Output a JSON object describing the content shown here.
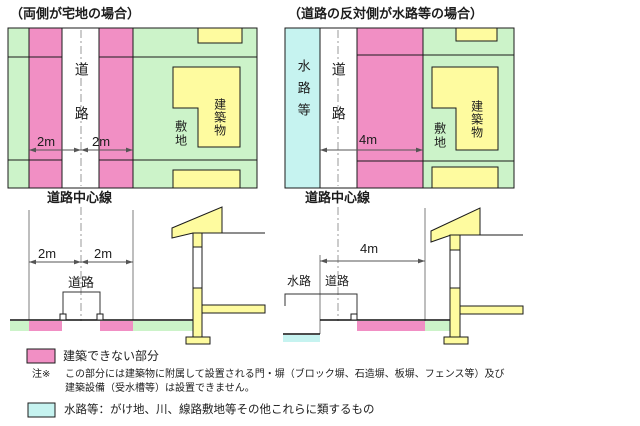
{
  "titles": {
    "left_case": "（両側が宅地の場合）",
    "right_case": "（道路の反対側が水路等の場合）",
    "left_section": "道路中心線",
    "right_section": "道路中心線"
  },
  "plan_left": {
    "road_label": "道路",
    "dim_left": "2m",
    "dim_right": "2m",
    "site_label": "敷地",
    "building_label": "建築物"
  },
  "plan_right": {
    "waterway_label": "水路等",
    "road_label": "道路",
    "dim": "4m",
    "site_label": "敷地",
    "building_label": "建築物"
  },
  "section_left": {
    "dim_left": "2m",
    "dim_right": "2m",
    "road_label": "道路"
  },
  "section_right": {
    "dim": "4m",
    "waterway_label": "水路",
    "road_label": "道路"
  },
  "legend": {
    "no_build_label": "建築できない部分",
    "note_prefix": "注※",
    "note_line1": "この部分には建築物に附属して設置される門・塀（ブロック塀、石造塀、板塀、フェンス等）及び",
    "note_line2": "建築設備（受水槽等）は設置できません。",
    "waterway_label": "水路等：がけ地、川、線路敷地等その他これらに類するもの"
  },
  "colors": {
    "no_build_pink": "#F18FC4",
    "site_green": "#CCF3C9",
    "building_yellow": "#FEFB9F",
    "waterway_cyan": "#C6F3F0",
    "line_black": "#1b1b1b"
  }
}
